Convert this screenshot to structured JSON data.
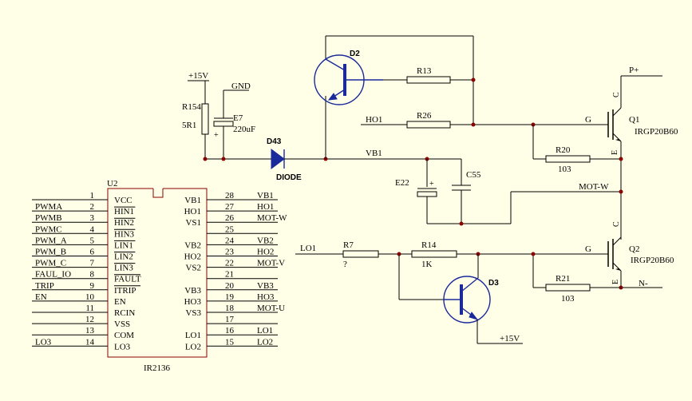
{
  "supply": {
    "p15_top": "+15V",
    "gnd": "GND",
    "p15_bottom": "+15V"
  },
  "components": {
    "R154": {
      "ref": "R154",
      "value": "5R1"
    },
    "E7": {
      "ref": "E7",
      "value": "220uF",
      "plus": "+"
    },
    "D43": {
      "ref": "D43",
      "value": "DIODE"
    },
    "D2": {
      "ref": "D2"
    },
    "D3": {
      "ref": "D3"
    },
    "R13": {
      "ref": "R13"
    },
    "R26": {
      "ref": "R26"
    },
    "R20": {
      "ref": "R20",
      "value": "103"
    },
    "R21": {
      "ref": "R21",
      "value": "103"
    },
    "R7": {
      "ref": "R7",
      "value": "?"
    },
    "R14": {
      "ref": "R14",
      "value": "1K"
    },
    "E22": {
      "ref": "E22",
      "plus": "+"
    },
    "C55": {
      "ref": "C55"
    },
    "Q1": {
      "ref": "Q1",
      "part": "IRGP20B60",
      "g": "G",
      "c": "C",
      "e": "E"
    },
    "Q2": {
      "ref": "Q2",
      "part": "IRGP20B60",
      "g": "G",
      "c": "C",
      "e": "E"
    }
  },
  "nets": {
    "vb1": "VB1",
    "ho1": "HO1",
    "lo1": "LO1",
    "motw": "MOT-W",
    "pplus": "P+",
    "nminus": "N-"
  },
  "ic": {
    "ref": "U2",
    "part": "IR2136",
    "left_pins": [
      {
        "num": "1",
        "name": "VCC",
        "net": ""
      },
      {
        "num": "2",
        "name": "HIN1",
        "net": "PWMA"
      },
      {
        "num": "3",
        "name": "HIN2",
        "net": "PWMB"
      },
      {
        "num": "4",
        "name": "HIN3",
        "net": "PWMC"
      },
      {
        "num": "5",
        "name": "LIN1",
        "net": "PWM_A"
      },
      {
        "num": "6",
        "name": "LIN2",
        "net": "PWM_B"
      },
      {
        "num": "7",
        "name": "LIN3",
        "net": "PWM_C"
      },
      {
        "num": "8",
        "name": "FAULT",
        "net": "FAUL_IO"
      },
      {
        "num": "9",
        "name": "ITRIP",
        "net": "TRIP"
      },
      {
        "num": "10",
        "name": "EN",
        "net": "EN"
      },
      {
        "num": "11",
        "name": "RCIN",
        "net": ""
      },
      {
        "num": "12",
        "name": "VSS",
        "net": ""
      },
      {
        "num": "13",
        "name": "COM",
        "net": ""
      },
      {
        "num": "14",
        "name": "LO3",
        "net": "LO3"
      }
    ],
    "right_pins": [
      {
        "num": "28",
        "name": "VB1",
        "net": "VB1"
      },
      {
        "num": "27",
        "name": "HO1",
        "net": "HO1"
      },
      {
        "num": "26",
        "name": "VS1",
        "net": "MOT-W"
      },
      {
        "num": "25",
        "name": "",
        "net": ""
      },
      {
        "num": "24",
        "name": "VB2",
        "net": "VB2"
      },
      {
        "num": "23",
        "name": "HO2",
        "net": "HO2"
      },
      {
        "num": "22",
        "name": "VS2",
        "net": "MOT-V"
      },
      {
        "num": "21",
        "name": "",
        "net": ""
      },
      {
        "num": "20",
        "name": "VB3",
        "net": "VB3"
      },
      {
        "num": "19",
        "name": "HO3",
        "net": "HO3"
      },
      {
        "num": "18",
        "name": "VS3",
        "net": "MOT-U"
      },
      {
        "num": "17",
        "name": "",
        "net": ""
      },
      {
        "num": "16",
        "name": "LO1",
        "net": "LO1"
      },
      {
        "num": "15",
        "name": "LO2",
        "net": "LO2"
      }
    ]
  }
}
